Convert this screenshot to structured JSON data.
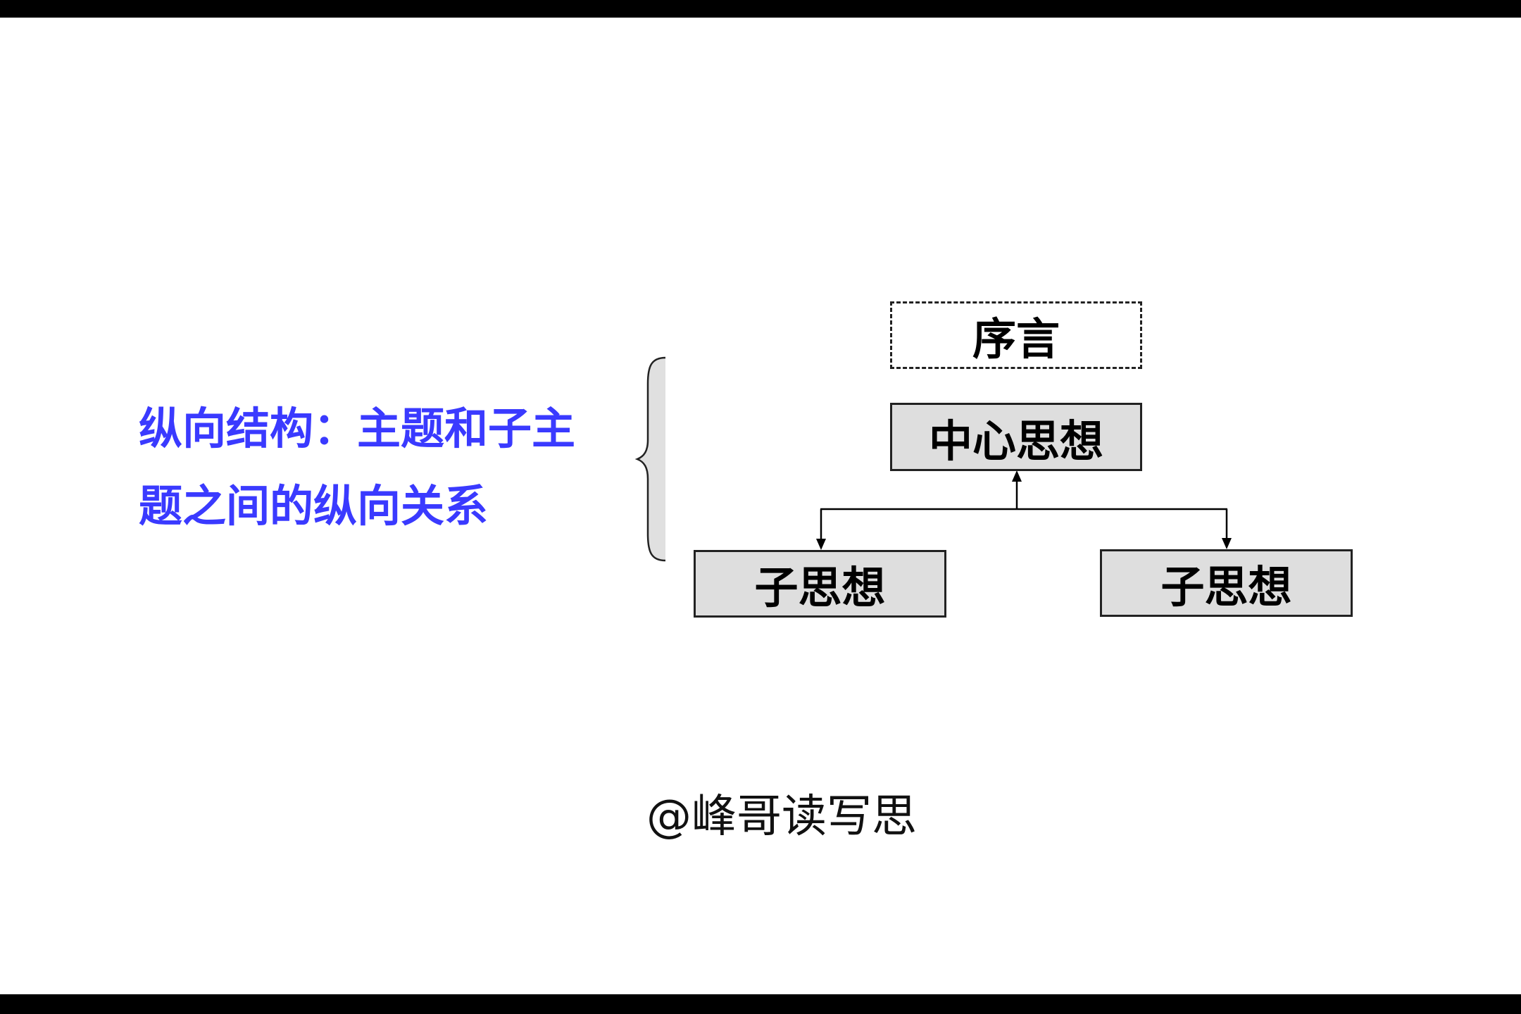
{
  "left_text": {
    "line1": "纵向结构：主题和子主",
    "line2": "题之间的纵向关系",
    "color": "#3a3aff"
  },
  "diagram": {
    "preface": "序言",
    "central_idea": "中心思想",
    "sub_ideas": [
      "子思想",
      "子思想"
    ]
  },
  "watermark": "@峰哥读写思"
}
